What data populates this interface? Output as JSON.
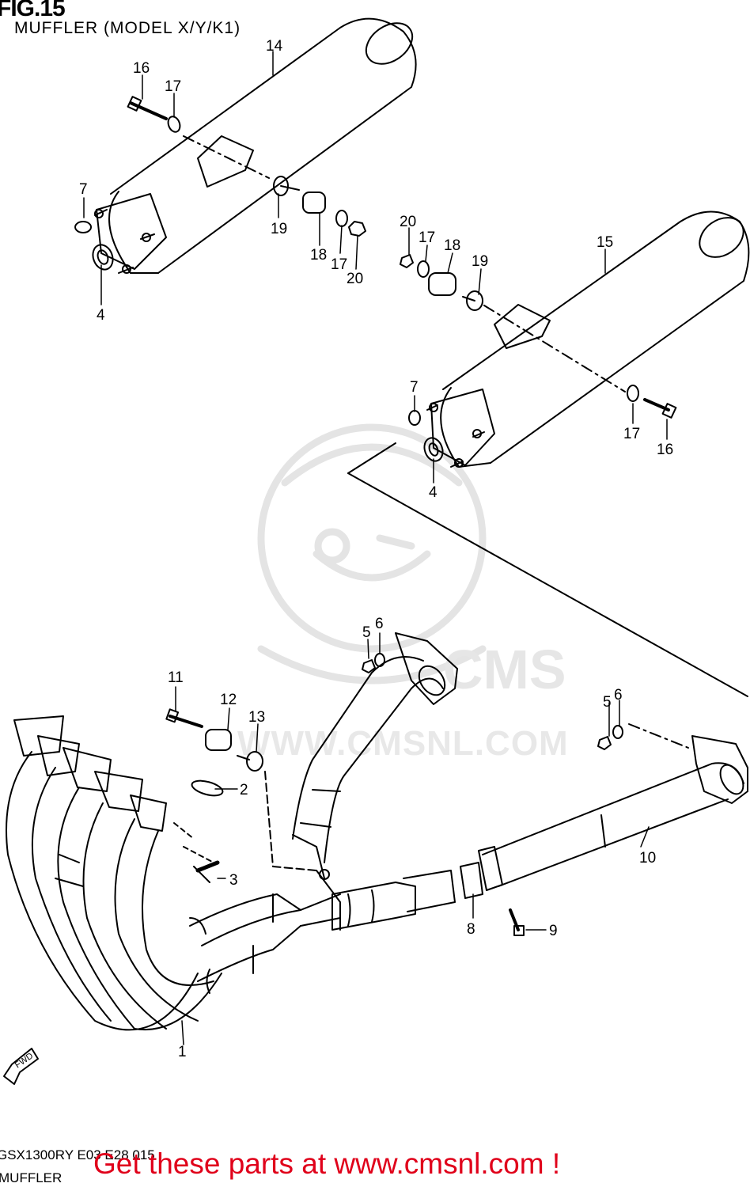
{
  "header": {
    "figure": "FIG.15",
    "subtitle": "MUFFLER (MODEL X/Y/K1)"
  },
  "footer": {
    "code": "GSX1300RY E03 E28 015",
    "name": "MUFFLER",
    "promo": "Get these parts at www.cmsnl.com !",
    "promo_color": "#e0001a"
  },
  "watermark": {
    "text": "WWW.CMSNL.COM",
    "logo": "CMS"
  },
  "fwd_label": "FWD",
  "callouts": {
    "c1": "1",
    "c2": "2",
    "c3": "3",
    "c4a": "4",
    "c4b": "4",
    "c5a": "5",
    "c5b": "5",
    "c6a": "6",
    "c6b": "6",
    "c7a": "7",
    "c7b": "7",
    "c8": "8",
    "c9": "9",
    "c10": "10",
    "c11": "11",
    "c12": "12",
    "c13": "13",
    "c14": "14",
    "c15": "15",
    "c16a": "16",
    "c16b": "16",
    "c17a": "17",
    "c17b": "17",
    "c17c": "17",
    "c17d": "17",
    "c18a": "18",
    "c18b": "18",
    "c19a": "19",
    "c19b": "19",
    "c20a": "20",
    "c20b": "20"
  }
}
